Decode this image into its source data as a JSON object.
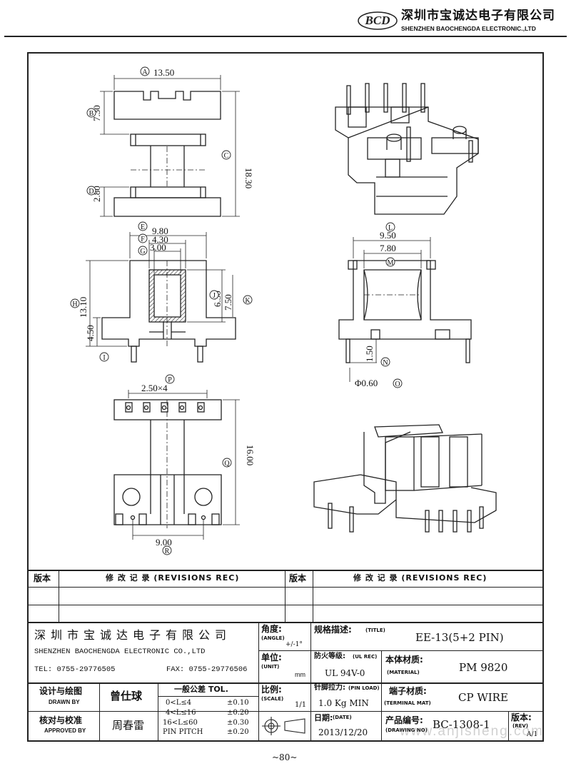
{
  "company": {
    "logo_text": "BCD",
    "name_cn": "深圳市宝诚达电子有限公司",
    "name_en": "SHENZHEN BAOCHENGDA ELECTRONIC.,LTD",
    "name_en_block": "SHENZHEN BAOCHENGDA ELECTRONIC CO.,LTD",
    "tel": "TEL: 0755-29776505",
    "fax": "FAX: 0755-29776506"
  },
  "drawing": {
    "dims": {
      "A": "13.50",
      "B": "7.30",
      "C": "18.30",
      "D": "2.80",
      "E": "9.80",
      "F": "4.30",
      "G": "3.00",
      "H": "13.10",
      "I": "4.50",
      "J": "6.30",
      "K": "7.50",
      "L": "9.50",
      "M": "7.80",
      "N": "1.50",
      "O": "Φ0.60",
      "P": "2.50×4",
      "Q": "16.00",
      "R": "9.00"
    },
    "letters": [
      "A",
      "B",
      "C",
      "D",
      "E",
      "F",
      "G",
      "H",
      "I",
      "J",
      "K",
      "L",
      "M",
      "N",
      "O",
      "P",
      "Q",
      "R"
    ]
  },
  "revisions": {
    "col_version": "版本",
    "col_record": "修 改 记 录 (REVISIONS REC)"
  },
  "title_block": {
    "angle_label": "角度:",
    "angle_label_en": "(ANGLE)",
    "angle_value": "+/-1°",
    "title_label": "规格描述:",
    "title_label_en": "(TITLE)",
    "title_value": "EE-13(5+2 PIN)",
    "unit_label": "单位:",
    "unit_label_en": "(UNIT)",
    "unit_value": "mm",
    "ul_label": "防火等级:",
    "ul_label_en": "(UL REC)",
    "ul_value": "UL 94V-0",
    "material_label": "本体材质:",
    "material_label_en": "(MATERIAL)",
    "material_value": "PM 9820",
    "designer_label": "设计与绘图",
    "designer_label_en": "DRAWN BY",
    "designer_name": "曾仕球",
    "tol_title": "一般公差 TOL.",
    "tol_rows": [
      {
        "range": "0<L≤4",
        "value": "±0.10"
      },
      {
        "range": "4<L≤16",
        "value": "±0.20"
      },
      {
        "range": "16<L≤60",
        "value": "±0.30"
      },
      {
        "range": "PIN PITCH",
        "value": "±0.20"
      }
    ],
    "scale_label": "比例:",
    "scale_label_en": "(SCALE)",
    "scale_value": "1/1",
    "pinload_label": "针脚拉力:",
    "pinload_label_en": "(PIN LOAD)",
    "pinload_value": "1.0 Kg MIN",
    "terminal_label": "端子材质:",
    "terminal_label_en": "(TERMINAL MAT)",
    "terminal_value": "CP WIRE",
    "approver_label": "核对与校准",
    "approver_label_en": "APPROVED BY",
    "approver_name": "周春雷",
    "date_label": "日期:",
    "date_label_en": "(DATE)",
    "date_value": "2013/12/20",
    "drawing_no_label": "产品编号:",
    "drawing_no_label_en": "(DRAWING NO)",
    "drawing_no_value": "BC-1308-1",
    "rev_label": "版本:",
    "rev_label_en": "(REV)",
    "rev_value": "A/1"
  },
  "watermark": "www.anjisheng.com",
  "page_number": "~80~"
}
